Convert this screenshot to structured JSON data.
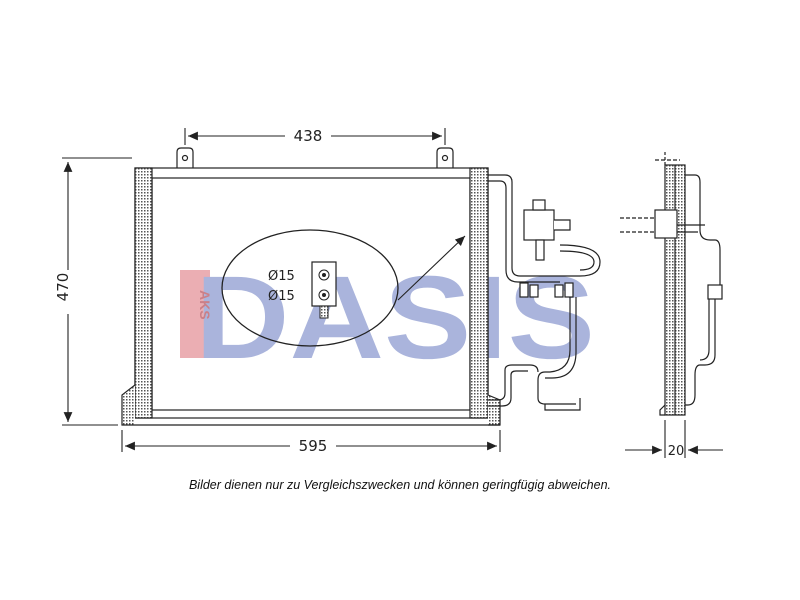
{
  "dimensions": {
    "top_width": "438",
    "height": "470",
    "overall_width": "595",
    "depth": "20",
    "pipe_diameter_1": "Ø15",
    "pipe_diameter_2": "Ø15"
  },
  "watermark": {
    "main": "DASIS",
    "side": "AKS"
  },
  "caption": "Bilder dienen nur zu Vergleichszwecken und können geringfügig abweichen.",
  "colors": {
    "watermark_red": "#e8a0a6",
    "watermark_blue": "#9ca8d6",
    "line": "#222222",
    "hatch": "#555555"
  }
}
